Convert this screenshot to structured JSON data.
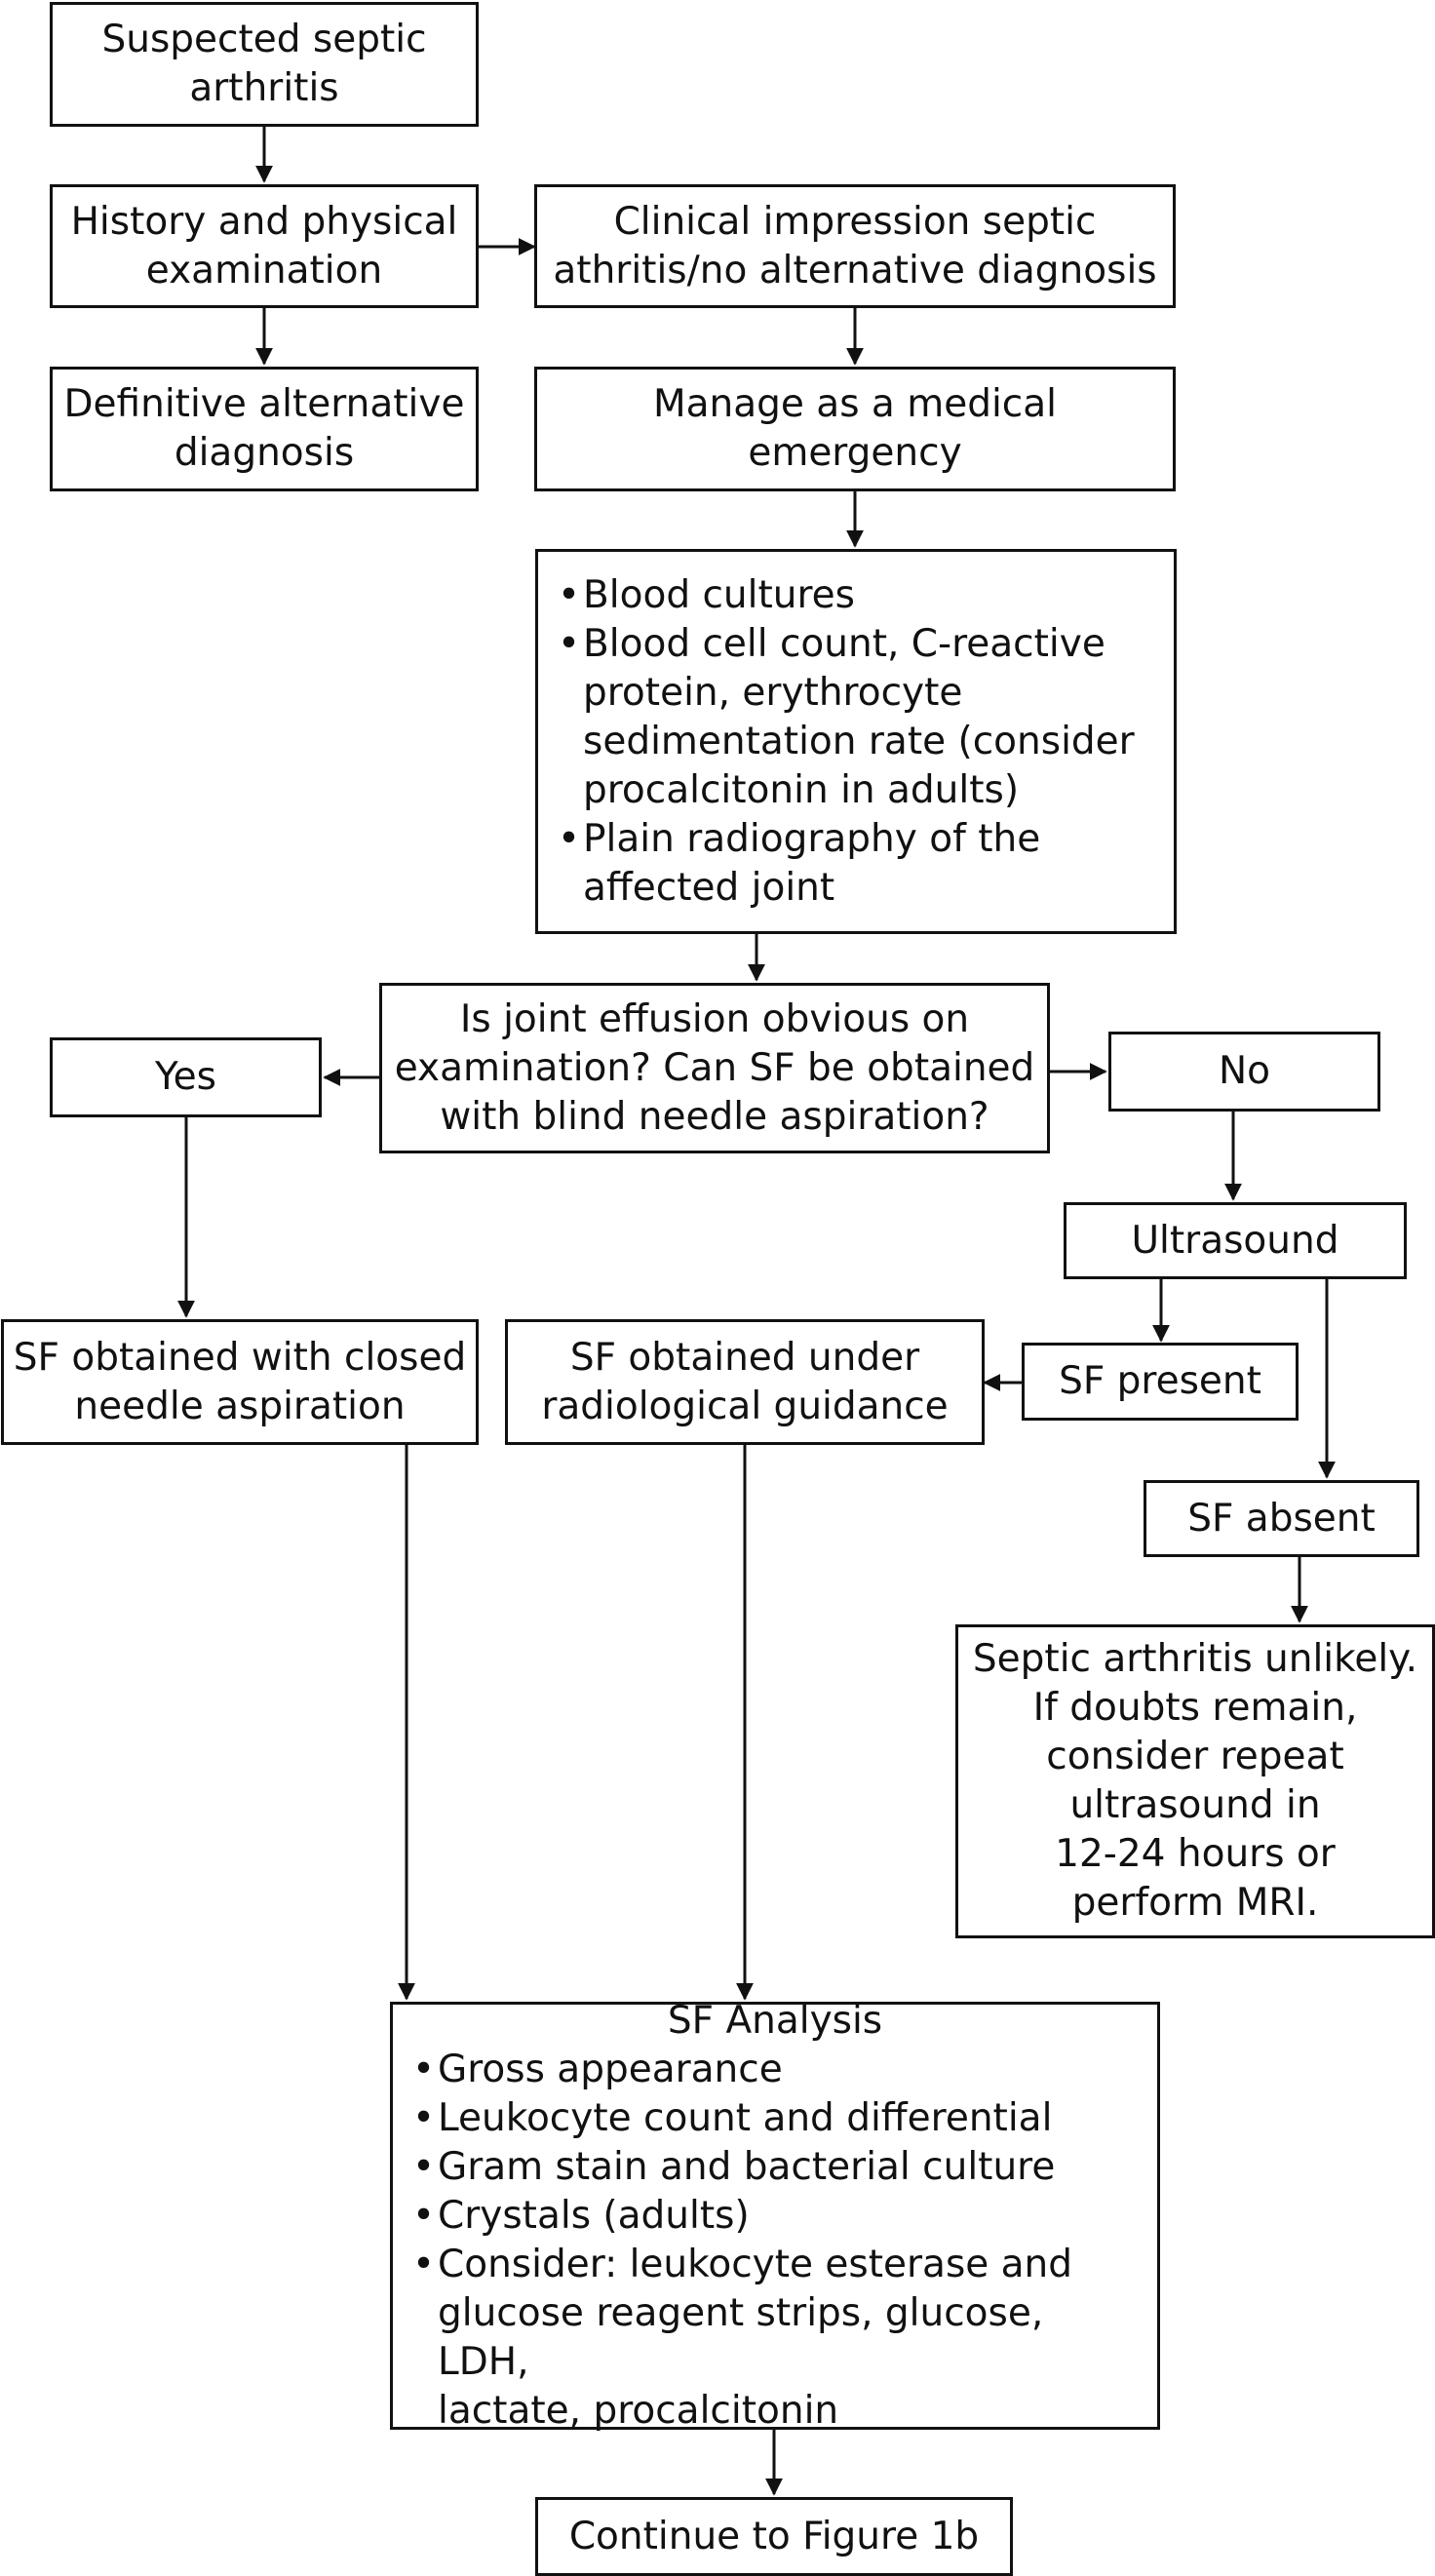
{
  "nodes": {
    "suspected": [
      "Suspected septic",
      "arthritis"
    ],
    "history": [
      "History and physical",
      "examination"
    ],
    "clinical": [
      "Clinical impression septic",
      "athritis/no alternative diagnosis"
    ],
    "definitive": [
      "Definitive alternative",
      "diagnosis"
    ],
    "manage": [
      "Manage as a medical",
      "emergency"
    ],
    "tests": [
      [
        "Blood cultures"
      ],
      [
        "Blood cell count, C-reactive",
        "protein, erythrocyte",
        "sedimentation rate (consider",
        "procalcitonin in adults)"
      ],
      [
        "Plain radiography of the",
        "affected joint"
      ]
    ],
    "question": [
      "Is joint effusion obvious on",
      "examination? Can SF be obtained",
      "with blind needle aspiration?"
    ],
    "yes": "Yes",
    "no": "No",
    "ultrasound": "Ultrasound",
    "sf_closed": [
      "SF obtained with closed",
      "needle aspiration"
    ],
    "sf_radiological": [
      "SF obtained under",
      "radiological guidance"
    ],
    "sf_present": "SF present",
    "sf_absent": "SF absent",
    "unlikely": [
      "Septic arthritis unlikely.",
      "If doubts remain,",
      "consider repeat",
      "ultrasound in",
      "12-24 hours or",
      "perform MRI."
    ],
    "analysis_title": "SF Analysis",
    "analysis": [
      [
        "Gross appearance"
      ],
      [
        "Leukocyte count and differential"
      ],
      [
        "Gram stain and bacterial culture"
      ],
      [
        "Crystals (adults)"
      ],
      [
        "Consider: leukocyte esterase and",
        "glucose reagent strips, glucose, LDH,",
        "lactate, procalcitonin"
      ]
    ],
    "continue": "Continue to Figure 1b"
  },
  "colors": {
    "stroke": "#111111",
    "background": "#ffffff"
  }
}
